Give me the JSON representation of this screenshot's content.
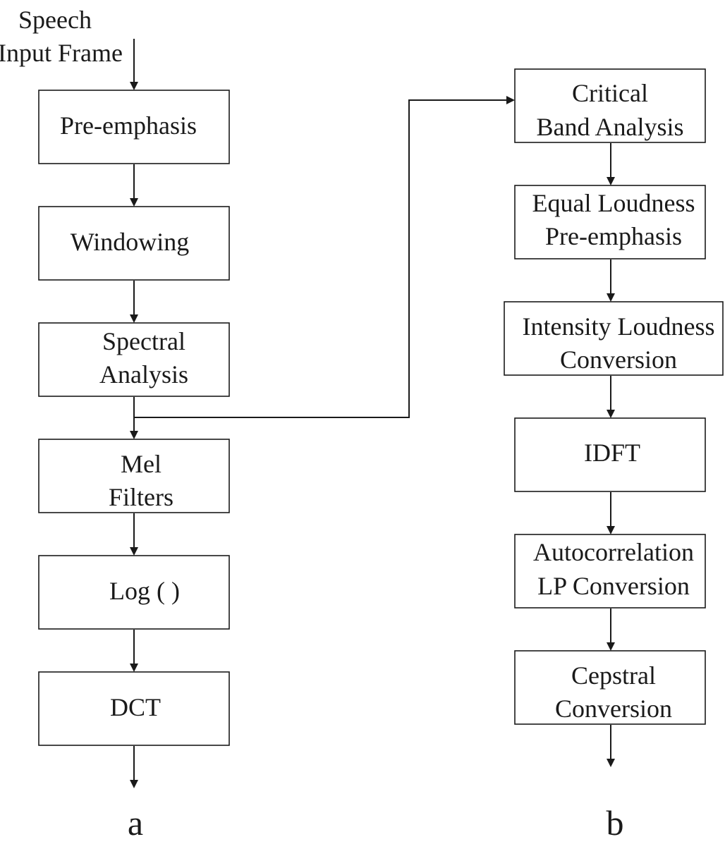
{
  "input_label": {
    "line1": "Speech",
    "line2": "Input Frame"
  },
  "panel_a": {
    "label": "a",
    "blocks": [
      {
        "id": "pre-emphasis",
        "lines": [
          "Pre-emphasis"
        ]
      },
      {
        "id": "windowing",
        "lines": [
          "Windowing"
        ]
      },
      {
        "id": "spectral-analysis",
        "lines": [
          "Spectral",
          "Analysis"
        ]
      },
      {
        "id": "mel-filters",
        "lines": [
          "Mel",
          "Filters"
        ]
      },
      {
        "id": "log",
        "lines": [
          "Log ( )"
        ]
      },
      {
        "id": "dct",
        "lines": [
          "DCT"
        ]
      }
    ]
  },
  "panel_b": {
    "label": "b",
    "blocks": [
      {
        "id": "critical-band-analysis",
        "lines": [
          "Critical",
          "Band Analysis"
        ]
      },
      {
        "id": "equal-loudness-pre-emphasis",
        "lines": [
          "Equal Loudness",
          "Pre-emphasis"
        ]
      },
      {
        "id": "intensity-loudness-conversion",
        "lines": [
          "Intensity Loudness",
          "Conversion"
        ]
      },
      {
        "id": "idft",
        "lines": [
          "IDFT"
        ]
      },
      {
        "id": "autocorrelation-lp-conversion",
        "lines": [
          "Autocorrelation",
          "LP Conversion"
        ]
      },
      {
        "id": "cepstral-conversion",
        "lines": [
          "Cepstral",
          "Conversion"
        ]
      }
    ]
  }
}
